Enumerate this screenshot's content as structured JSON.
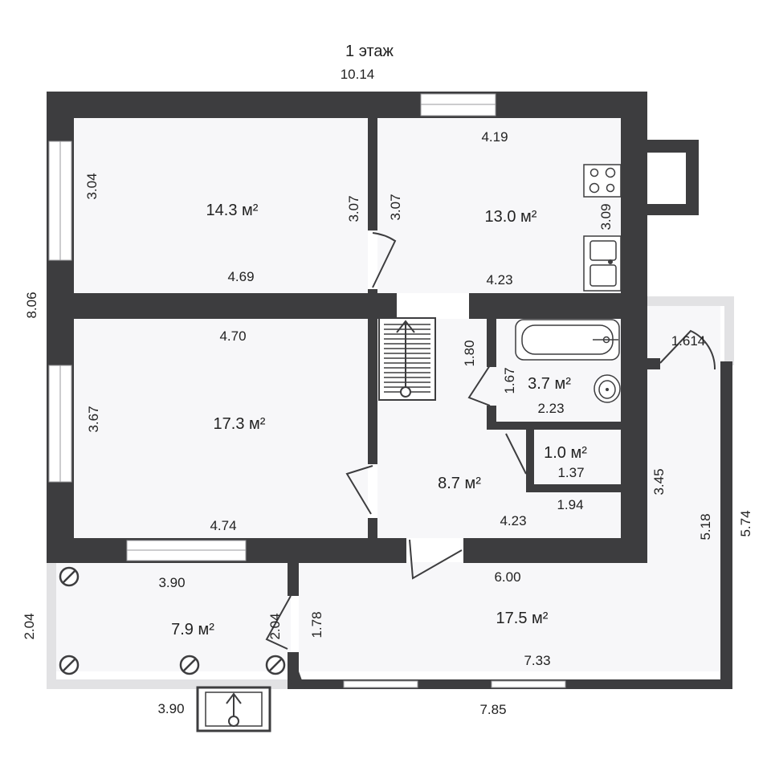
{
  "title": "1 этаж",
  "colors": {
    "wall": "#3d3d3f",
    "floor": "#f7f7f9",
    "porch": "#e2e2e4",
    "text": "#222222",
    "window": "#ffffff"
  },
  "dimensions": {
    "overall_width": "10.14",
    "overall_depth": "8.06",
    "bottom_total": "7.85",
    "right_outer": "5.74",
    "right_inner": "5.18",
    "veranda_side": "2.04",
    "porch_width": "3.90"
  },
  "rooms": {
    "bedroom1": {
      "area": "14.3 м²",
      "width": "4.69",
      "left": "3.04",
      "right": "3.07"
    },
    "kitchen": {
      "area": "13.0 м²",
      "top": "4.19",
      "left": "3.07",
      "right": "3.09",
      "bottom": "4.23"
    },
    "bedroom2": {
      "area": "17.3 м²",
      "top": "4.70",
      "left": "3.67",
      "bottom": "4.74"
    },
    "bathroom": {
      "area": "3.7 м²",
      "height": "1.67",
      "width": "2.23"
    },
    "toilet": {
      "area": "1.0 м²",
      "width": "1.37"
    },
    "hall": {
      "area": "8.7 м²",
      "stair_height": "1.80",
      "partition": "1.94",
      "bottom": "4.23",
      "right": "3.45"
    },
    "veranda": {
      "area": "7.9 м²",
      "width": "3.90",
      "height": "2.04"
    },
    "terrace": {
      "area": "17.5 м²",
      "top": "6.00",
      "left": "1.78",
      "bottom": "7.33"
    },
    "entrance": {
      "width": "1.614"
    }
  }
}
